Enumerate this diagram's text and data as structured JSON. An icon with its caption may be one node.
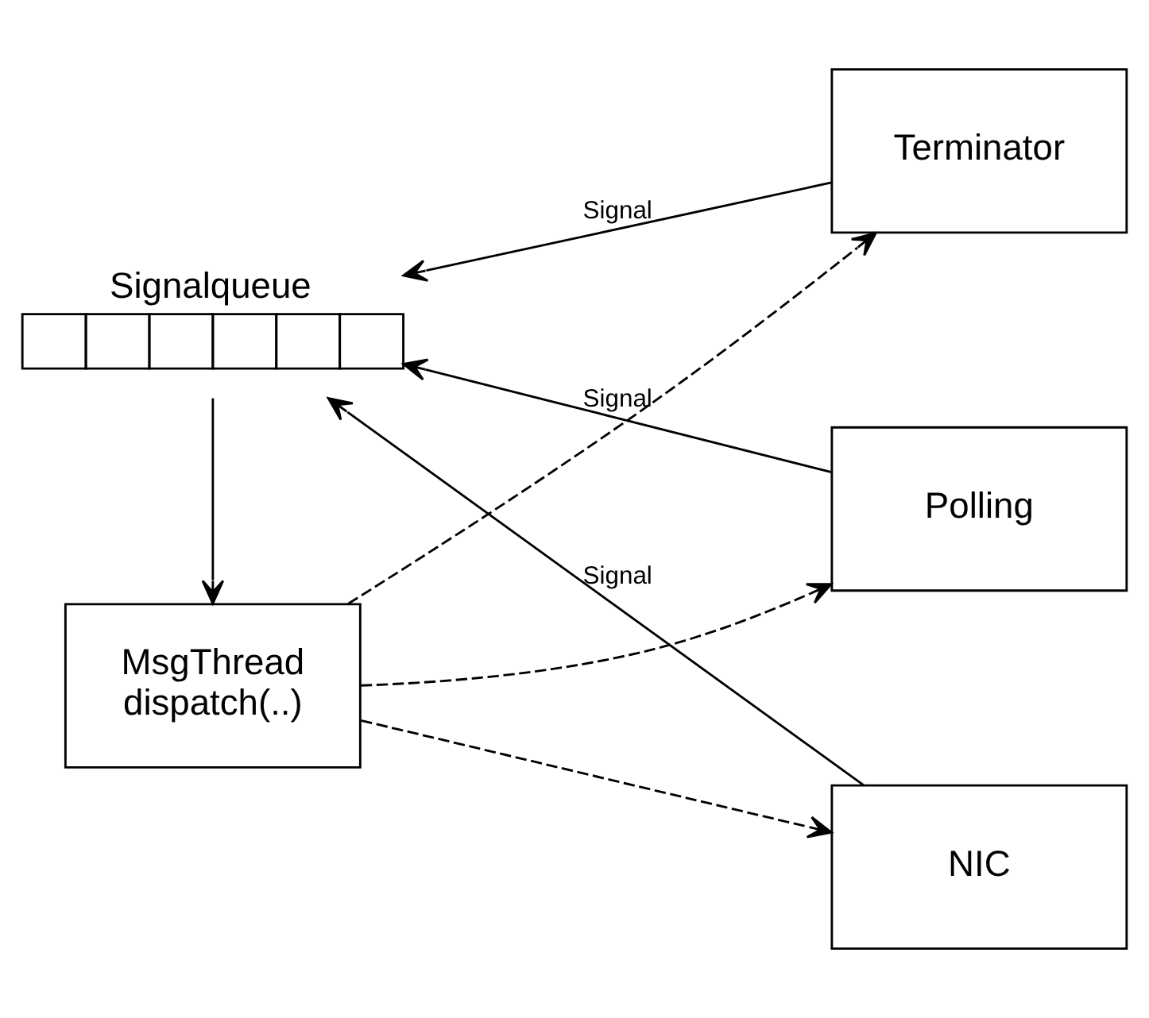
{
  "diagram": {
    "nodes": [
      {
        "text": [
          "Signalqueue"
        ]
      },
      {
        "text": [
          "Terminator"
        ]
      },
      {
        "text": [
          "MsgThread",
          "dispatch(..)"
        ]
      },
      {
        "text": [
          "Polling"
        ]
      },
      {
        "text": [
          "NIC"
        ]
      }
    ],
    "edges": [
      {
        "from": 1,
        "to": 0,
        "arrow": "to",
        "label": "Signal"
      },
      {
        "from": 3,
        "to": 0,
        "arrow": "to",
        "label": "Signal"
      },
      {
        "from": 4,
        "to": 0,
        "arrow": "to",
        "label": "Signal"
      },
      {
        "from": 0,
        "to": 2,
        "arrow": "to"
      },
      {
        "from": 2,
        "to": 1,
        "arrow": "to",
        "style": "dashed"
      },
      {
        "from": 2,
        "to": 3,
        "arrow": "to",
        "style": "dashed"
      },
      {
        "from": 2,
        "to": 4,
        "arrow": "to",
        "style": "dashed"
      }
    ]
  }
}
